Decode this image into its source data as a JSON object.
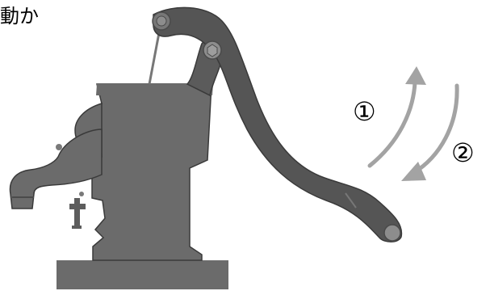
{
  "caption_fragment": "動か",
  "arrow_up_label": "①",
  "arrow_down_label": "②",
  "colors": {
    "pump_body": "#6b6b6b",
    "pump_edge": "#3a3a3a",
    "handle": "#555555",
    "joint": "#8d8d8d",
    "arrow": "#a3a3a3",
    "text": "#000000",
    "background": "#ffffff"
  },
  "icons": {
    "up_arrow": "curved-up-arrow-icon",
    "down_arrow": "curved-down-arrow-icon",
    "pump": "hand-pump-icon"
  }
}
